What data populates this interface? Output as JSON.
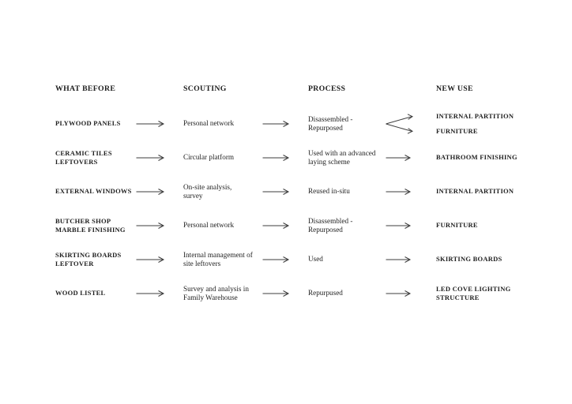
{
  "page": {
    "background": "#ffffff",
    "text_color": "#1f1f1f",
    "arrow_color": "#3d3d3d"
  },
  "icons": {
    "flow_arrow": "right-arrow",
    "fork_arrow": "forked-right-arrow"
  },
  "headers": {
    "what_before": "WHAT BEFORE",
    "scouting": "SCOUTING",
    "process": "PROCESS",
    "new_use": "NEW USE"
  },
  "rows": [
    {
      "what_before": "PLYWOOD PANELS",
      "scouting": "Personal network",
      "process": "Disassembled -\nRepurposed",
      "new_use": [
        "INTERNAL PARTITION",
        "FURNITURE"
      ],
      "fork": true
    },
    {
      "what_before": "CERAMIC TILES\nLEFTOVERS",
      "scouting": "Circular platform",
      "process": "Used with an advanced\nlaying scheme",
      "new_use": [
        "BATHROOM FINISHING"
      ],
      "fork": false
    },
    {
      "what_before": "EXTERNAL WINDOWS",
      "scouting": "On-site analysis,\nsurvey",
      "process": "Reused in-situ",
      "new_use": [
        "INTERNAL PARTITION"
      ],
      "fork": false
    },
    {
      "what_before": "BUTCHER SHOP\nMARBLE FINISHING",
      "scouting": "Personal network",
      "process": "Disassembled -\nRepurposed",
      "new_use": [
        "FURNITURE"
      ],
      "fork": false
    },
    {
      "what_before": "SKIRTING BOARDS\nLEFTOVER",
      "scouting": "Internal management of\nsite leftovers",
      "process": "Used",
      "new_use": [
        "SKIRTING BOARDS"
      ],
      "fork": false
    },
    {
      "what_before": "WOOD LISTEL",
      "scouting": "Survey and analysis in\nFamily Warehouse",
      "process": "Repurpused",
      "new_use": [
        "LED COVE LIGHTING\nSTRUCTURE"
      ],
      "fork": false
    }
  ]
}
